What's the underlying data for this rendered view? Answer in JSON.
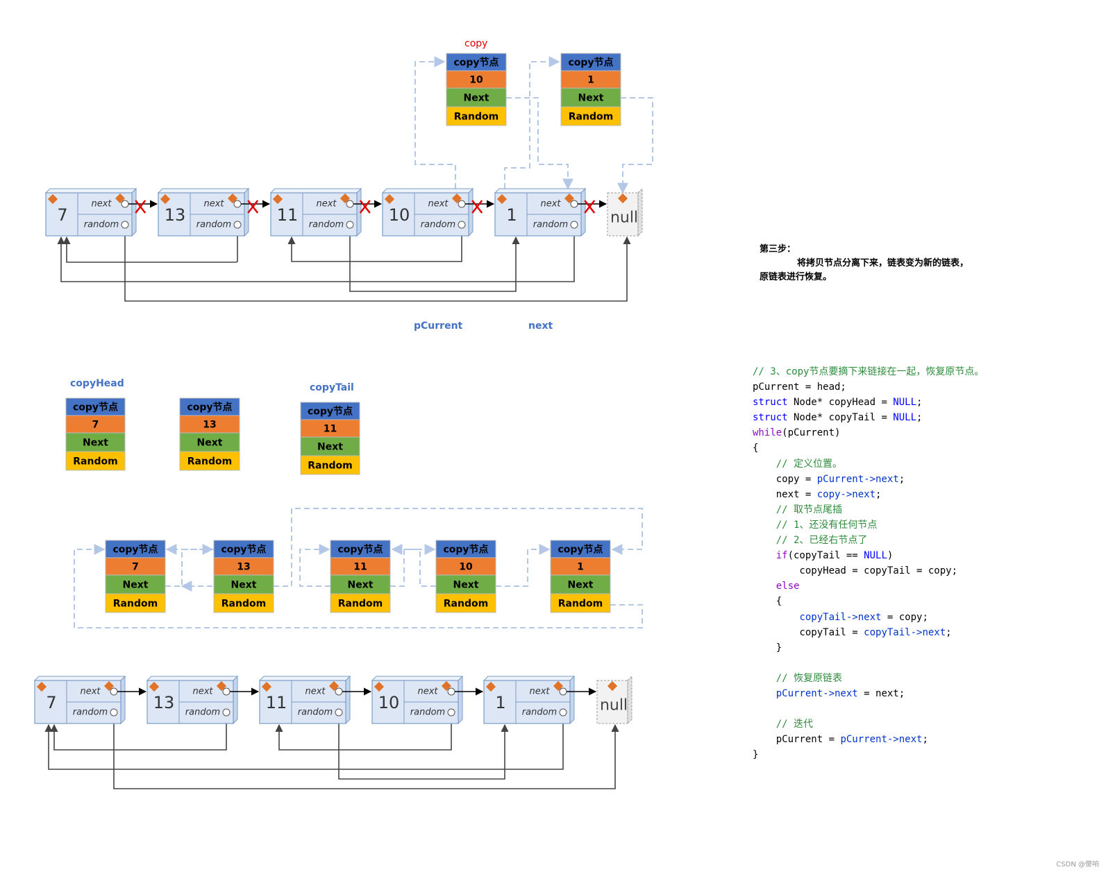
{
  "labels": {
    "copy": "copy",
    "pCurrent": "pCurrent",
    "next": "next",
    "copyHead": "copyHead",
    "copyTail": "copyTail",
    "null": "null",
    "node_next": "next",
    "node_random": "random"
  },
  "step_note": {
    "title": "第三步：",
    "line1": "将拷贝节点分离下来，链表变为新的链表，",
    "line2": "原链表进行恢复。"
  },
  "original_list_values": [
    "7",
    "13",
    "11",
    "10",
    "1"
  ],
  "copy_card_fields": {
    "header": "copy节点",
    "next": "Next",
    "random": "Random"
  },
  "top_copy_values": [
    "10",
    "1"
  ],
  "separated_copy_values": [
    "7",
    "13",
    "11"
  ],
  "new_list_values": [
    "7",
    "13",
    "11",
    "10",
    "1"
  ],
  "colors": {
    "card_header": "#4472c4",
    "card_value": "#ed7d31",
    "card_next": "#70ad47",
    "card_random": "#ffc000",
    "node_fill": "#dce6f5",
    "node_border": "#7a9cc6",
    "diamond": "#e07328",
    "dashed_link": "#b4c7e7",
    "cut_mark": "#e00000",
    "label_blue": "#4472c4"
  },
  "code_lines": [
    [
      {
        "t": "// 3、copy节点要摘下来链接在一起，恢复原节点。",
        "c": "com"
      }
    ],
    [
      {
        "t": "pCurrent = head;"
      }
    ],
    [
      {
        "t": "struct",
        "c": "kw"
      },
      {
        "t": " Node* copyHead = "
      },
      {
        "t": "NULL",
        "c": "kw"
      },
      {
        "t": ";"
      }
    ],
    [
      {
        "t": "struct",
        "c": "kw"
      },
      {
        "t": " Node* copyTail = "
      },
      {
        "t": "NULL",
        "c": "kw"
      },
      {
        "t": ";"
      }
    ],
    [
      {
        "t": "while",
        "c": "ctl"
      },
      {
        "t": "(pCurrent)"
      }
    ],
    [
      {
        "t": "{"
      }
    ],
    [
      {
        "t": "    "
      },
      {
        "t": "// 定义位置。",
        "c": "com"
      }
    ],
    [
      {
        "t": "    copy = "
      },
      {
        "t": "pCurrent->next",
        "c": "mem"
      },
      {
        "t": ";"
      }
    ],
    [
      {
        "t": "    next = "
      },
      {
        "t": "copy->next",
        "c": "mem"
      },
      {
        "t": ";"
      }
    ],
    [
      {
        "t": "    "
      },
      {
        "t": "// 取节点尾插",
        "c": "com"
      }
    ],
    [
      {
        "t": "    "
      },
      {
        "t": "// 1、还没有任何节点",
        "c": "com"
      }
    ],
    [
      {
        "t": "    "
      },
      {
        "t": "// 2、已经右节点了",
        "c": "com"
      }
    ],
    [
      {
        "t": "    "
      },
      {
        "t": "if",
        "c": "ctl"
      },
      {
        "t": "(copyTail == "
      },
      {
        "t": "NULL",
        "c": "kw"
      },
      {
        "t": ")"
      }
    ],
    [
      {
        "t": "        copyHead = copyTail = copy;"
      }
    ],
    [
      {
        "t": "    "
      },
      {
        "t": "else",
        "c": "ctl"
      }
    ],
    [
      {
        "t": "    {"
      }
    ],
    [
      {
        "t": "        "
      },
      {
        "t": "copyTail->next",
        "c": "mem"
      },
      {
        "t": " = copy;"
      }
    ],
    [
      {
        "t": "        copyTail = "
      },
      {
        "t": "copyTail->next",
        "c": "mem"
      },
      {
        "t": ";"
      }
    ],
    [
      {
        "t": "    }"
      }
    ],
    [
      {
        "t": ""
      }
    ],
    [
      {
        "t": "    "
      },
      {
        "t": "// 恢复原链表",
        "c": "com"
      }
    ],
    [
      {
        "t": "    "
      },
      {
        "t": "pCurrent->next",
        "c": "mem"
      },
      {
        "t": " = next;"
      }
    ],
    [
      {
        "t": ""
      }
    ],
    [
      {
        "t": "    "
      },
      {
        "t": "// 迭代",
        "c": "com"
      }
    ],
    [
      {
        "t": "    pCurrent = "
      },
      {
        "t": "pCurrent->next",
        "c": "mem"
      },
      {
        "t": ";"
      }
    ],
    [
      {
        "t": "}"
      }
    ]
  ],
  "watermark": "CSDN @傻响"
}
